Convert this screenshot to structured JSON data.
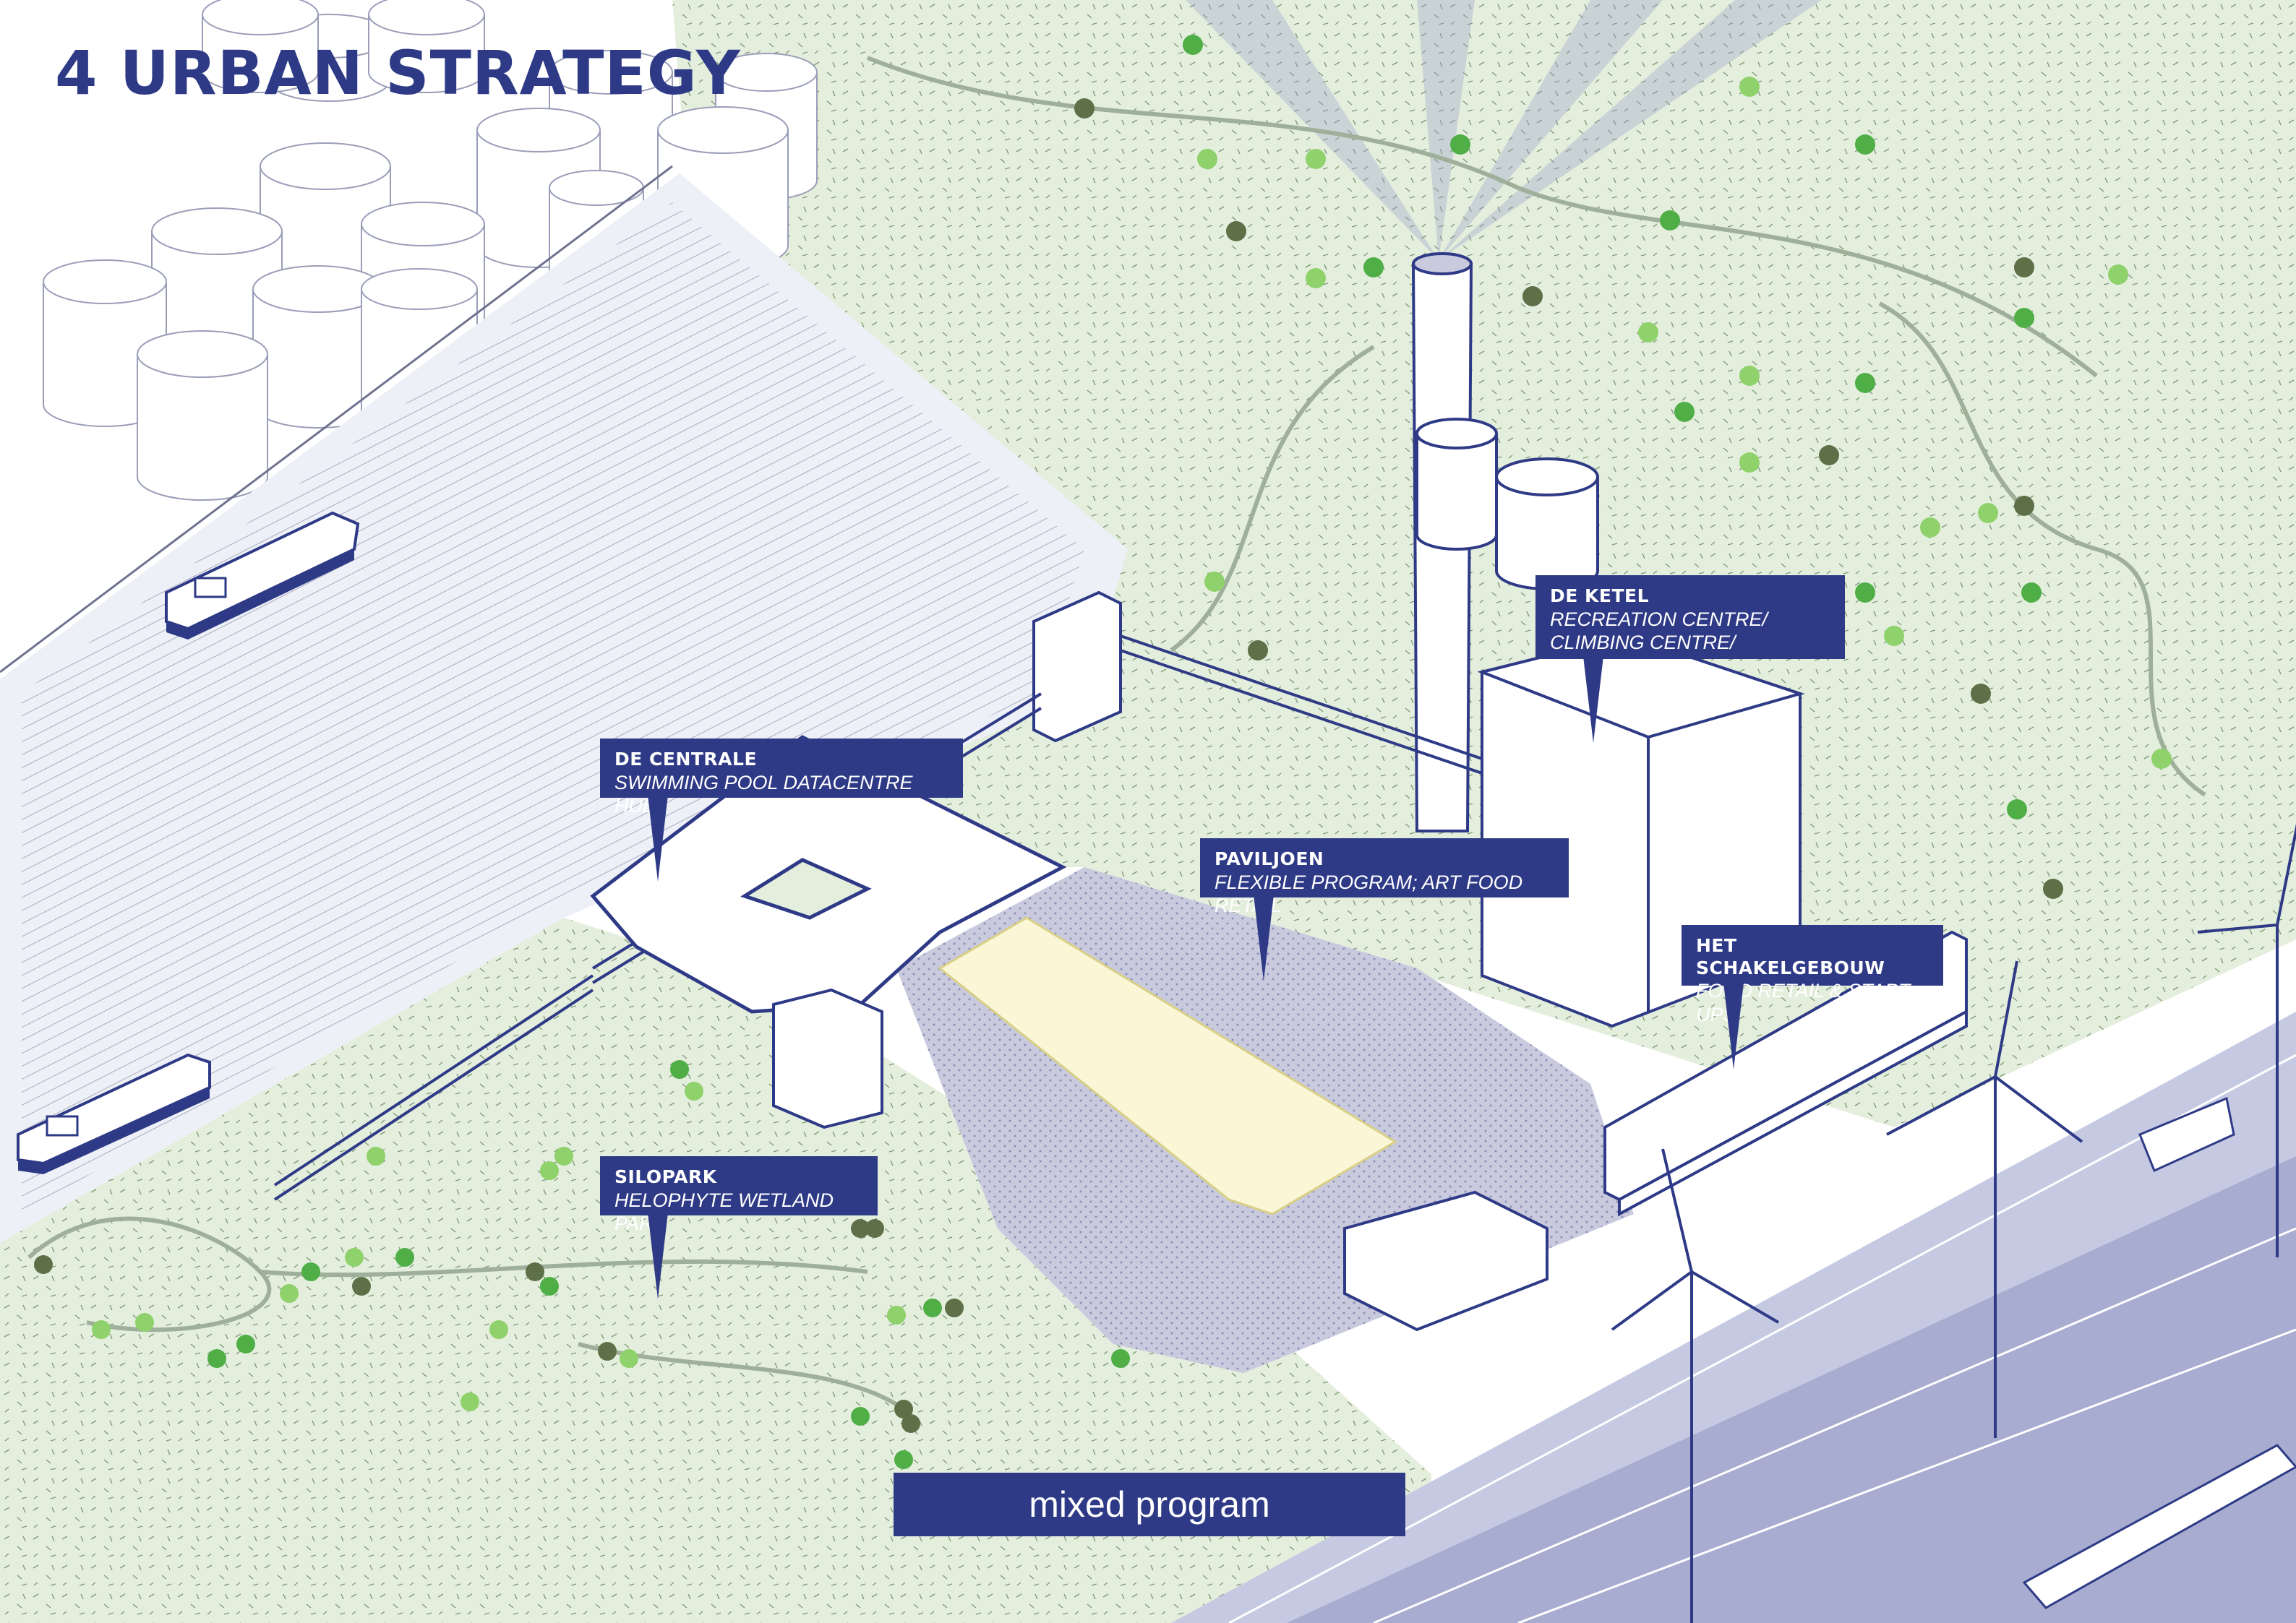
{
  "title": "4 URBAN STRATEGY",
  "labels": [
    {
      "title": "DE CENTRALE",
      "subtitle": "SWIMMING POOL DATACENTRE HUB"
    },
    {
      "title": "PAVILJOEN",
      "subtitle": "FLEXIBLE PROGRAM; ART FOOD RETAIL"
    },
    {
      "title": "DE KETEL",
      "subtitle": "RECREATION CENTRE/ CLIMBING CENTRE/ CONCERT HAL"
    },
    {
      "title": "HET SCHAKELGEBOUW",
      "subtitle": "FOOD RETAIL & START-UPS"
    },
    {
      "title": "SILOPARK",
      "subtitle": "HELOPHYTE WETLAND PARK"
    }
  ],
  "banner": "mixed program",
  "colors": {
    "accent": "#2e3a86",
    "park": "#e4eedd",
    "water": "#eef0f7",
    "plaza": "#c9cade",
    "sand": "#fbf6d6",
    "tree_light": "#8fd16a",
    "tree_mid": "#4fae46",
    "tree_dark": "#5d7047",
    "road": "#a7acd0"
  }
}
